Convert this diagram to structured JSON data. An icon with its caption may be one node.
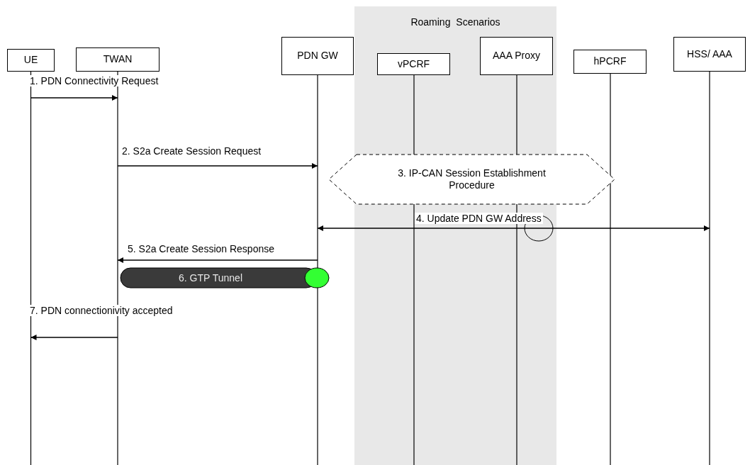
{
  "diagram": {
    "nodes": [
      {
        "text": [
          "Roaming Scenarios"
        ]
      },
      {
        "text": [
          "UE"
        ]
      },
      {
        "text": [
          "TWAN"
        ]
      },
      {
        "text": [
          "PDN GW"
        ]
      },
      {
        "text": [
          "vPCRF"
        ],
        "in": 0
      },
      {
        "text": [
          "AAA Proxy"
        ],
        "in": 0
      },
      {
        "text": [
          "hPCRF"
        ]
      },
      {
        "text": [
          "HSS/ AAA"
        ]
      },
      {
        "text": [
          "3. IP-CAN Session Establishment Procedure"
        ]
      },
      {
        "text": [
          "6. GTP Tunnel"
        ]
      }
    ],
    "edges": [
      {
        "from": 1,
        "to": 2,
        "arrow": "to",
        "label": "1. PDN Connectivity Request"
      },
      {
        "from": 2,
        "to": 3,
        "arrow": "to",
        "label": "2. S2a Create Session Request"
      },
      {
        "from": 3,
        "to": 7,
        "arrow": "both",
        "label": "4. Update PDN GW Address"
      },
      {
        "from": 3,
        "to": 2,
        "arrow": "to",
        "label": "5. S2a Create Session Response"
      },
      {
        "from": 2,
        "to": 1,
        "arrow": "to",
        "label": "7. PDN connectionivity accepted"
      }
    ]
  }
}
